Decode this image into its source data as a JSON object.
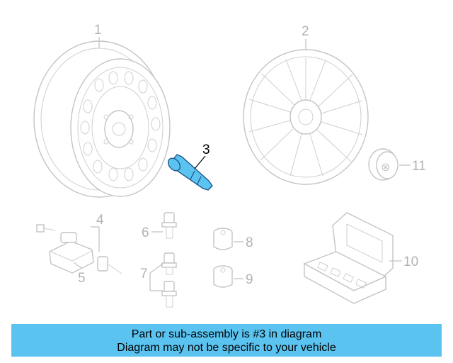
{
  "diagram": {
    "callouts": [
      {
        "id": "c1",
        "label": "1"
      },
      {
        "id": "c2",
        "label": "2"
      },
      {
        "id": "c3",
        "label": "3"
      },
      {
        "id": "c4",
        "label": "4"
      },
      {
        "id": "c5",
        "label": "5"
      },
      {
        "id": "c6",
        "label": "6"
      },
      {
        "id": "c7",
        "label": "7"
      },
      {
        "id": "c8",
        "label": "8"
      },
      {
        "id": "c9",
        "label": "9"
      },
      {
        "id": "c10",
        "label": "10"
      },
      {
        "id": "c11",
        "label": "11"
      }
    ],
    "highlighted_part": "3",
    "highlight_color": "#5bc3f0",
    "line_color": "#c4c4c4"
  },
  "banner": {
    "line1": "Part or sub-assembly is #3 in diagram",
    "line2": "Diagram may not be specific to your vehicle",
    "background": "#5bc3f0"
  }
}
